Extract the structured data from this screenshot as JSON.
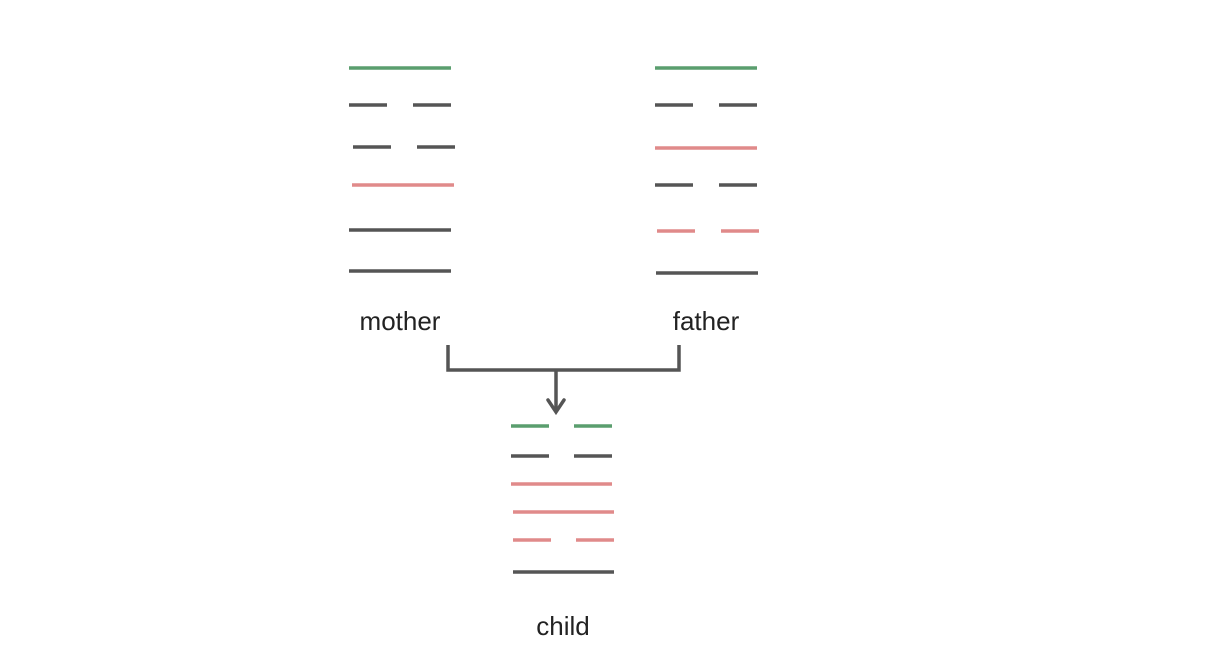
{
  "colors": {
    "green": "#5a9e6e",
    "gray": "#555555",
    "red": "#e08a8a",
    "text": "#222222"
  },
  "groups": [
    {
      "id": "mother",
      "label": "mother",
      "lines": [
        {
          "type": "solid",
          "color": "green"
        },
        {
          "type": "broken",
          "color": "gray"
        },
        {
          "type": "broken",
          "color": "gray"
        },
        {
          "type": "solid",
          "color": "red"
        },
        {
          "type": "solid",
          "color": "gray"
        },
        {
          "type": "solid",
          "color": "gray"
        }
      ]
    },
    {
      "id": "father",
      "label": "father",
      "lines": [
        {
          "type": "solid",
          "color": "green"
        },
        {
          "type": "broken",
          "color": "gray"
        },
        {
          "type": "solid",
          "color": "red"
        },
        {
          "type": "broken",
          "color": "gray"
        },
        {
          "type": "broken",
          "color": "red"
        },
        {
          "type": "solid",
          "color": "gray"
        }
      ]
    },
    {
      "id": "child",
      "label": "child",
      "lines": [
        {
          "type": "broken",
          "color": "green"
        },
        {
          "type": "broken",
          "color": "gray"
        },
        {
          "type": "solid",
          "color": "red"
        },
        {
          "type": "solid",
          "color": "red"
        },
        {
          "type": "broken",
          "color": "red"
        },
        {
          "type": "solid",
          "color": "gray"
        }
      ]
    }
  ]
}
